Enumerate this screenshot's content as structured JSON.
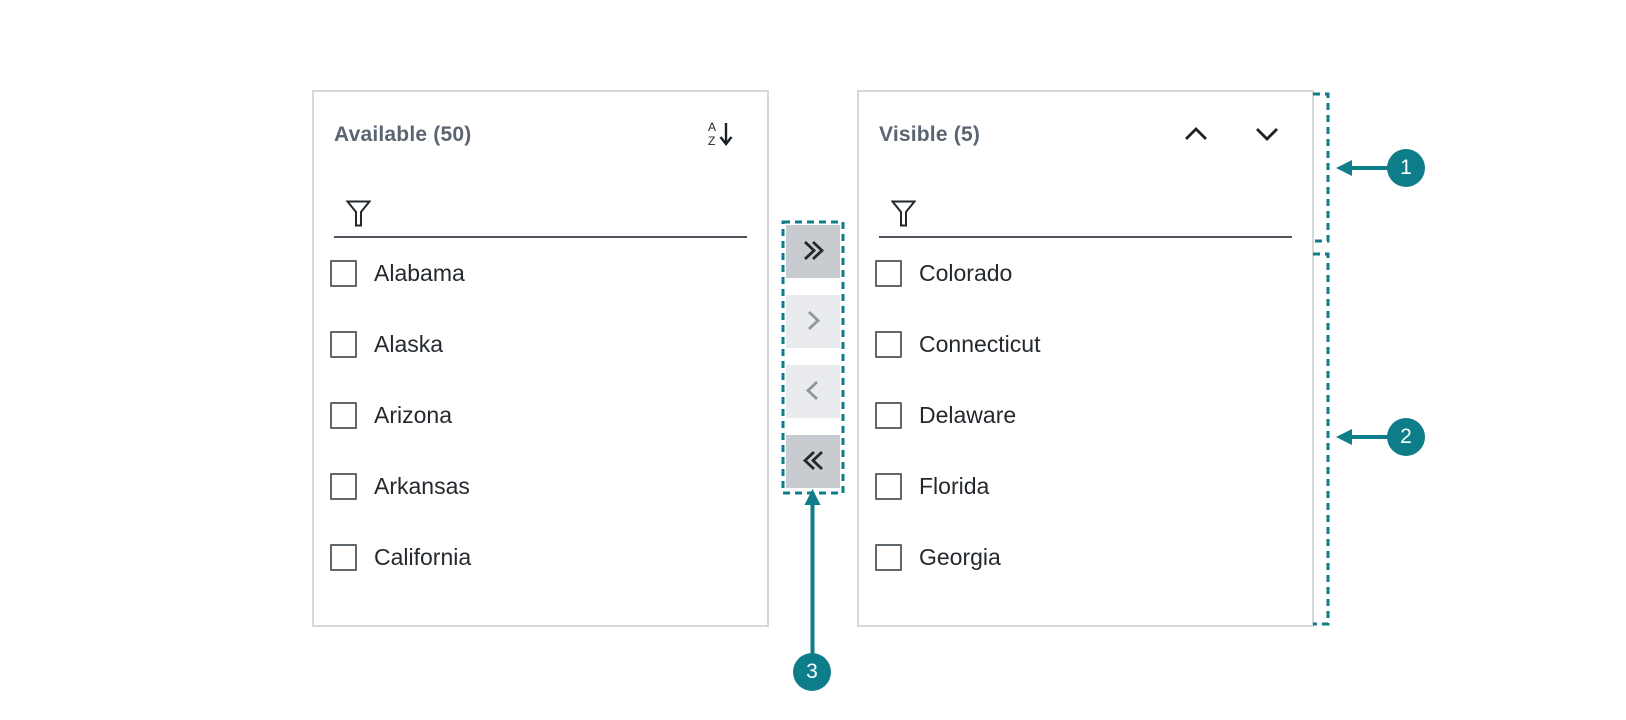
{
  "colors": {
    "accent_teal": "#0e7d8a",
    "enabled_button_bg": "#c8ccd1",
    "disabled_button_bg": "#e9ebee",
    "panel_border": "#d6d8da"
  },
  "available_panel": {
    "title": "Available (50)",
    "sort_icon": "az-sort-descending-icon",
    "filter": {
      "icon": "filter-funnel-icon",
      "value": "",
      "placeholder": ""
    },
    "items": [
      {
        "label": "Alabama",
        "checked": false
      },
      {
        "label": "Alaska",
        "checked": false
      },
      {
        "label": "Arizona",
        "checked": false
      },
      {
        "label": "Arkansas",
        "checked": false
      },
      {
        "label": "California",
        "checked": false
      }
    ]
  },
  "visible_panel": {
    "title": "Visible (5)",
    "move_up_icon": "chevron-up-icon",
    "move_down_icon": "chevron-down-icon",
    "filter": {
      "icon": "filter-funnel-icon",
      "value": "",
      "placeholder": ""
    },
    "items": [
      {
        "label": "Colorado",
        "checked": false
      },
      {
        "label": "Connecticut",
        "checked": false
      },
      {
        "label": "Delaware",
        "checked": false
      },
      {
        "label": "Florida",
        "checked": false
      },
      {
        "label": "Georgia",
        "checked": false
      }
    ]
  },
  "transfer_buttons": [
    {
      "name": "move-all-right",
      "icon": "double-chevron-right-icon",
      "state": "enabled"
    },
    {
      "name": "move-selected-right",
      "icon": "chevron-right-icon",
      "state": "disabled"
    },
    {
      "name": "move-selected-left",
      "icon": "chevron-left-icon",
      "state": "disabled"
    },
    {
      "name": "move-all-left",
      "icon": "double-chevron-left-icon",
      "state": "enabled"
    }
  ],
  "callouts": [
    {
      "number": "1",
      "target": "visible-panel-header-and-filter-region"
    },
    {
      "number": "2",
      "target": "visible-panel-item-list-region"
    },
    {
      "number": "3",
      "target": "transfer-buttons-group"
    }
  ]
}
